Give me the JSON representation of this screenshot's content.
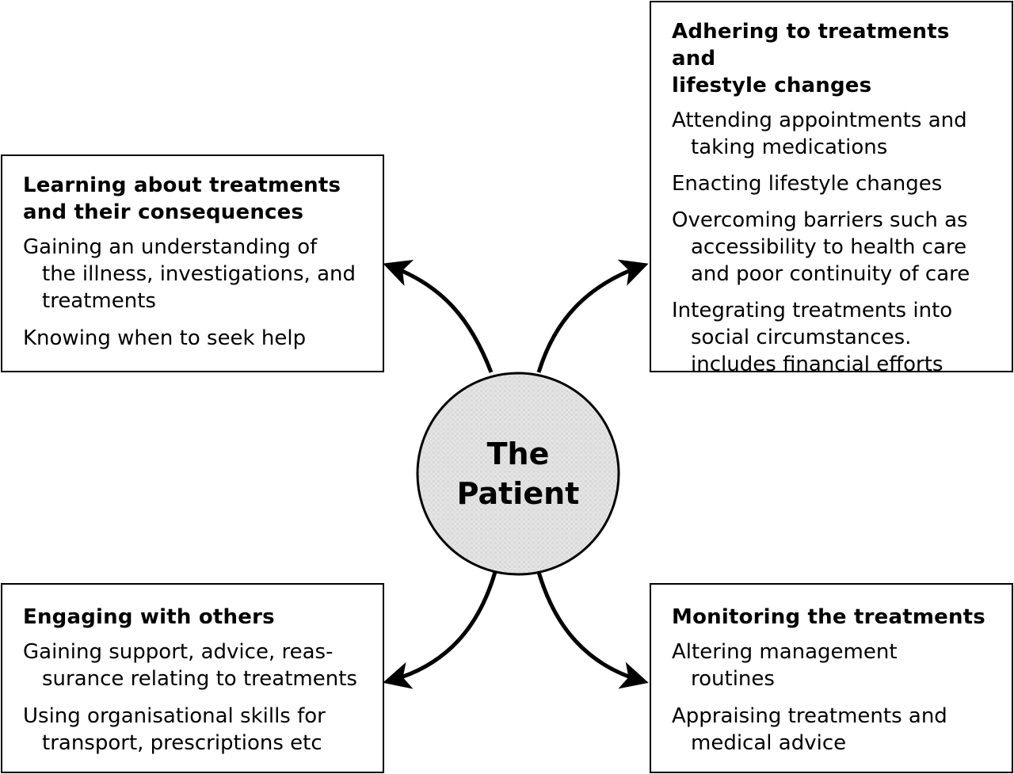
{
  "center": {
    "line1": "The",
    "line2": "Patient"
  },
  "boxes": {
    "learning": {
      "title": "Learning about treatments\nand their consequences",
      "items": [
        "Gaining an understanding of\nthe illness, investigations, and\ntreatments",
        "Knowing when to seek help"
      ]
    },
    "adhering": {
      "title": "Adhering to treatments and\nlifestyle changes",
      "items": [
        "Attending appointments and\ntaking medications",
        "Enacting lifestyle changes",
        "Overcoming barriers such as\naccessibility to health care\nand poor continuity of care",
        "Integrating treatments into\nsocial circumstances.\nincludes financial efforts"
      ]
    },
    "engaging": {
      "title": "Engaging with others",
      "items": [
        "Gaining support, advice, reas-\nsurance relating to treatments",
        "Using organisational skills for\ntransport, prescriptions etc"
      ]
    },
    "monitoring": {
      "title": "Monitoring the treatments",
      "items": [
        "Altering management\nroutines",
        "Appraising treatments and\nmedical advice"
      ]
    }
  },
  "colors": {
    "circle_fill": "#e3e3e3",
    "stroke": "#000000"
  }
}
